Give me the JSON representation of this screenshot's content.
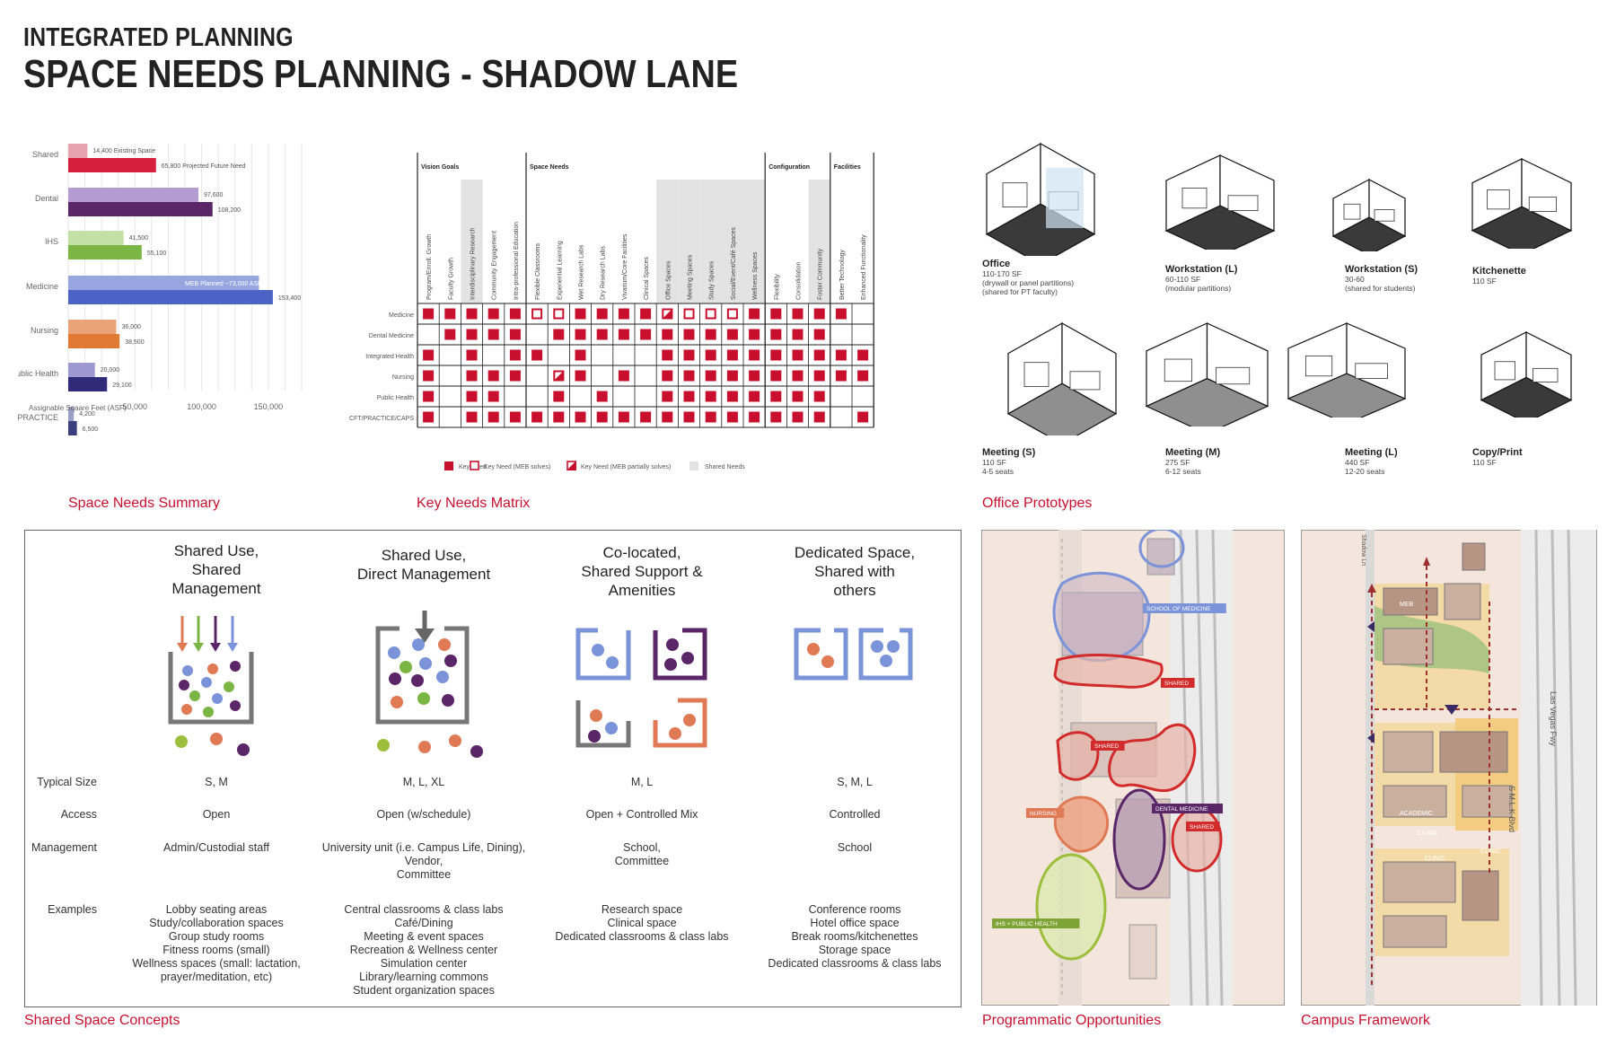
{
  "header": {
    "kicker": "INTEGRATED PLANNING",
    "title": "SPACE NEEDS PLANNING - SHADOW LANE"
  },
  "captions": {
    "summary": "Space Needs Summary",
    "matrix": "Key Needs Matrix",
    "prototypes": "Office Prototypes",
    "concepts": "Shared Space Concepts",
    "programmatic": "Programmatic Opportunities",
    "framework": "Campus Framework"
  },
  "chart_data": {
    "type": "bar",
    "orientation": "horizontal",
    "xlabel": "Assignable Sqaare Feet (ASF)",
    "x_ticks": [
      "50,000",
      "100,000",
      "150,000"
    ],
    "xlim": [
      0,
      175000
    ],
    "categories": [
      "Shared",
      "Dental",
      "IHS",
      "Medicine",
      "Nursing",
      "Public Health",
      "PRACTICE"
    ],
    "series": [
      {
        "values": [
          14400,
          97600,
          41500,
          143000,
          36000,
          20000,
          4200
        ],
        "colors": [
          "#e8a3b0",
          "#b49bd1",
          "#c3e0a5",
          "#97a6e0",
          "#eaa277",
          "#9e98d0",
          "#9a9fc6"
        ]
      },
      {
        "values": [
          65800,
          108200,
          55100,
          153400,
          38500,
          29100,
          6500
        ],
        "colors": [
          "#d61f3c",
          "#5a2668",
          "#7bb544",
          "#4a63c4",
          "#e07a35",
          "#2f2b78",
          "#3b3f7e"
        ]
      }
    ],
    "labels_a": [
      "14,400 Existing Space",
      "97,600",
      "41,500",
      "MEB Planned ~73,000 ASF",
      "36,000",
      "20,000",
      "4,200"
    ],
    "labels_b": [
      "65,800 Projected Future Need",
      "108,200",
      "55,100",
      "153,400",
      "38,500",
      "29,100",
      "6,500"
    ],
    "grid": true
  },
  "matrix": {
    "groups": [
      "Vision Goals",
      "Space Needs",
      "Configuration",
      "Facilities"
    ],
    "columns": [
      "Program/Enroll. Growth",
      "Faculty Growth",
      "Interdisciplinary Research",
      "Community Engagement",
      "Intra-professional Education",
      "Flexible Classrooms",
      "Experiential Learning",
      "Wet Research Labs",
      "Dry Research Labs",
      "Vivarium/Core Facilities",
      "Clinical Spaces",
      "Office Spaces",
      "Meeting Spaces",
      "Study Spaces",
      "Social/Event/Café Spaces",
      "Wellness Spaces",
      "Flexibility",
      "Consolidation",
      "Foster Community",
      "Better Technology",
      "Enhanced Functionality"
    ],
    "rows": [
      "Medicine",
      "Dental Medicine",
      "Integrated Health",
      "Nursing",
      "Public Health",
      "CFT/PRACTICE/CAPS"
    ],
    "cells": [
      "KKKKKOOKKKKPOOOKKKKK.",
      ".KKKK.KKKKKKKKKKKKK..",
      "K.K.KK.K...KKKKKKKKKK",
      "K.KKK.PK.K.KKKKKKKKKK",
      "K.KK..K.K..KKKKKKKK..",
      "K.KKKKKKKKKKKKKKKKK.K"
    ],
    "legend": [
      "Key Need",
      "Key Need (MEB solves)",
      "Key Need (MEB partially solves)",
      "Shared Needs"
    ]
  },
  "prototypes": [
    {
      "name": "Office",
      "desc": [
        "110-170 SF",
        "(drywall or panel partitions)",
        "(shared for PT faculty)"
      ]
    },
    {
      "name": "Workstation (L)",
      "desc": [
        "60-110 SF",
        "(modular partitions)"
      ]
    },
    {
      "name": "Workstation (S)",
      "desc": [
        "30-60",
        "(shared for students)"
      ]
    },
    {
      "name": "Kitchenette",
      "desc": [
        "110 SF"
      ]
    },
    {
      "name": "Meeting (S)",
      "desc": [
        "110 SF",
        "4-5 seats"
      ]
    },
    {
      "name": "Meeting (M)",
      "desc": [
        "275 SF",
        "6-12 seats"
      ]
    },
    {
      "name": "Meeting (L)",
      "desc": [
        "440 SF",
        "12-20 seats"
      ]
    },
    {
      "name": "Copy/Print",
      "desc": [
        "110 SF"
      ]
    }
  ],
  "concepts": {
    "row_labels": [
      "Typical Size",
      "Access",
      "Management",
      "Examples"
    ],
    "columns": [
      {
        "title": [
          "Shared Use,",
          "Shared",
          "Management"
        ],
        "size": "S, M",
        "access": "Open",
        "management": [
          "Admin/Custodial staff"
        ],
        "examples": [
          "Lobby seating areas",
          "Study/collaboration spaces",
          "Group study rooms",
          "Fitness rooms (small)",
          "Wellness spaces (small: lactation,",
          "prayer/meditation, etc)"
        ]
      },
      {
        "title": [
          "Shared Use,",
          "Direct Management"
        ],
        "size": "M, L, XL",
        "access": "Open (w/schedule)",
        "management": [
          "University unit (i.e. Campus Life, Dining),",
          "Vendor,",
          "Committee"
        ],
        "examples": [
          "Central classrooms & class labs",
          "Café/Dining",
          "Meeting & event spaces",
          "Recreation & Wellness center",
          "Simulation center",
          "Library/learning commons",
          "Student organization spaces"
        ]
      },
      {
        "title": [
          "Co-located,",
          "Shared Support &",
          "Amenities"
        ],
        "size": "M, L",
        "access": "Open + Controlled Mix",
        "management": [
          "School,",
          "Committee"
        ],
        "examples": [
          "Research space",
          "Clinical space",
          "Dedicated classrooms & class labs"
        ]
      },
      {
        "title": [
          "Dedicated Space,",
          "Shared with",
          "others"
        ],
        "size": "S, M, L",
        "access": "Controlled",
        "management": [
          "School"
        ],
        "examples": [
          "Conference rooms",
          "Hotel office space",
          "Break rooms/kitchenettes",
          "Storage space",
          "Dedicated classrooms & class labs"
        ]
      }
    ]
  },
  "map1_labels": [
    "SCHOOL OF MEDICINE",
    "SHARED",
    "SHARED",
    "NURSING",
    "DENTAL MEDICINE",
    "SHARED",
    "IHS + PUBLIC HEALTH"
  ],
  "map2_labels": [
    "MEB",
    "ACADEMIC",
    "CLINIC",
    "CLINIC",
    "CLINIC",
    "S M.L.K Blvd",
    "Las Vegas Fwy",
    "Shadow Ln"
  ],
  "colors": {
    "accent_red": "#c8102e",
    "matrix_red": "#c8102e",
    "shared_gray": "#e3e3e3"
  }
}
